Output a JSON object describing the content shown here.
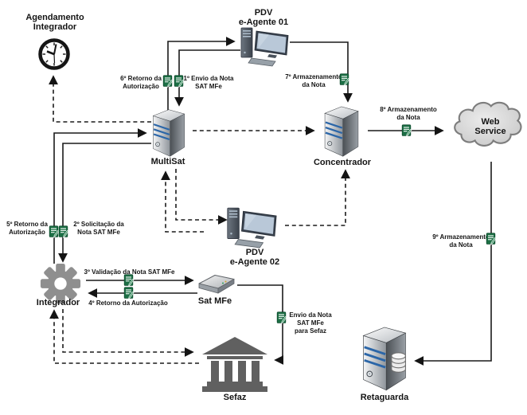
{
  "nodes": {
    "agendamento": {
      "label": "Agendamento\nIntegrador",
      "icon": "clock-icon"
    },
    "pdv1": {
      "label": "PDV\ne-Agente 01",
      "icon": "desktop-computer-icon"
    },
    "multisat": {
      "label": "MultiSat",
      "icon": "server-tower-icon"
    },
    "concentrador": {
      "label": "Concentrador",
      "icon": "server-tower-icon"
    },
    "web_service": {
      "label": "Web\nService",
      "icon": "cloud-icon"
    },
    "pdv2": {
      "label": "PDV\ne-Agente 02",
      "icon": "desktop-computer-icon"
    },
    "integrador": {
      "label": "Integrador",
      "icon": "gear-icon"
    },
    "sat_mfe": {
      "label": "Sat MFe",
      "icon": "sat-device-icon"
    },
    "sefaz": {
      "label": "Sefaz",
      "icon": "bank-building-icon"
    },
    "retaguarda": {
      "label": "Retaguarda",
      "icon": "database-server-icon"
    }
  },
  "edge_labels": {
    "e1": "1º Envio da Nota\nSAT MFe",
    "e2": "2º Solicitação da\nNota SAT MFe",
    "e3": "3º Validação da Nota SAT MFe",
    "e4": "4º Retorno da Autorização",
    "e5": "5º Retorno da\nAutorização",
    "e6": "6º Retorno da\nAutorização",
    "e7": "7º Armazenamento\nda Nota",
    "e8": "8º Armazenamento\nda Nota",
    "e9": "9º Armazenamento\nda Nota",
    "e10": "Envio da Nota\nSAT MFe\npara Sefaz"
  },
  "edges": [
    {
      "from": "pdv1",
      "to": "multisat",
      "label": "e1",
      "style": "solid"
    },
    {
      "from": "integrador",
      "to": "multisat",
      "label": "e2",
      "style": "solid"
    },
    {
      "from": "integrador",
      "to": "sat_mfe",
      "label": "e3",
      "style": "solid"
    },
    {
      "from": "sat_mfe",
      "to": "integrador",
      "label": "e4",
      "style": "solid"
    },
    {
      "from": "multisat",
      "to": "integrador",
      "label": "e5",
      "style": "solid"
    },
    {
      "from": "multisat",
      "to": "pdv1",
      "label": "e6",
      "style": "solid"
    },
    {
      "from": "pdv1",
      "to": "concentrador",
      "label": "e7",
      "style": "solid"
    },
    {
      "from": "concentrador",
      "to": "web_service",
      "label": "e8",
      "style": "solid"
    },
    {
      "from": "web_service",
      "to": "retaguarda",
      "label": "e9",
      "style": "solid"
    },
    {
      "from": "sat_mfe",
      "to": "sefaz",
      "label": "e10",
      "style": "solid"
    },
    {
      "from": "multisat",
      "to": "agendamento",
      "label": "",
      "style": "dashed"
    },
    {
      "from": "multisat",
      "to": "concentrador",
      "label": "",
      "style": "dashed"
    },
    {
      "from": "multisat",
      "to": "pdv2",
      "label": "",
      "style": "dashed"
    },
    {
      "from": "pdv2",
      "to": "multisat",
      "label": "",
      "style": "dashed"
    },
    {
      "from": "pdv2",
      "to": "concentrador",
      "label": "",
      "style": "dashed"
    },
    {
      "from": "integrador",
      "to": "sefaz",
      "label": "",
      "style": "dashed"
    },
    {
      "from": "sefaz",
      "to": "integrador",
      "label": "",
      "style": "dashed"
    }
  ],
  "icons": {
    "document_marker": "nota-document-icon"
  },
  "colors": {
    "line": "#1a1a1a",
    "doc_green": "#1c6f45",
    "server_stripe_blue": "#2b66a8",
    "building_gray": "#606060",
    "cloud_fill": "#d9d9d9"
  }
}
